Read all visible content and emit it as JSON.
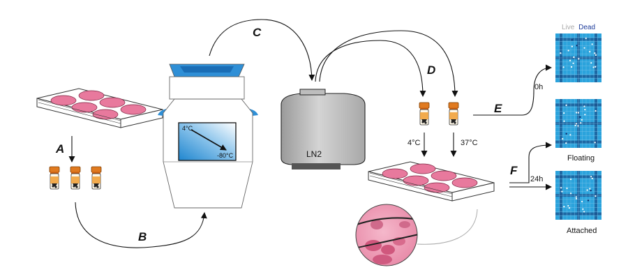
{
  "steps": {
    "a": "A",
    "b": "B",
    "c": "C",
    "d": "D",
    "e": "E",
    "f": "F"
  },
  "freezer": {
    "temp_top": "4°C",
    "temp_bottom": "-80°C"
  },
  "tank": {
    "label": "LN2"
  },
  "thaw": {
    "left_temp": "4°C",
    "right_temp": "37°C"
  },
  "times": {
    "zero": "0h",
    "day": "24h"
  },
  "stain_legend": {
    "live": "Live",
    "dead": "Dead"
  },
  "panels": {
    "floating": "Floating",
    "attached": "Attached"
  },
  "colors": {
    "well_pink": "#e8799d",
    "vial_cap": "#e07a1f",
    "blue_accent": "#2f8fd6",
    "panel_blue": "#2ba3dc",
    "live_text": "#aaaaaa",
    "dead_text": "#1b3a9a"
  }
}
